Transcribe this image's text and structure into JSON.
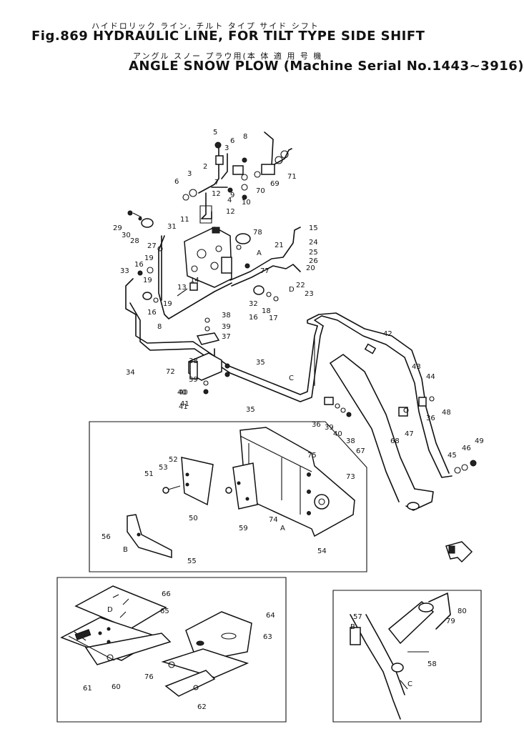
{
  "header": {
    "japanese_title": "ハイドロリック ライン, チルト タイプ サイド シフト",
    "figure_no": "Fig.869",
    "title": "HYDRAULIC LINE, FOR TILT TYPE SIDE SHIFT",
    "japanese_subtitle": "アングル スノー プラウ用(本 体 適 用 号 機",
    "subtitle": "ANGLE SNOW PLOW (Machine Serial No.1443~3916)"
  },
  "callouts": [
    {
      "label": "5"
    },
    {
      "label": "3"
    },
    {
      "label": "6"
    },
    {
      "label": "8"
    },
    {
      "label": "2"
    },
    {
      "label": "3"
    },
    {
      "label": "6"
    },
    {
      "label": "7"
    },
    {
      "label": "12"
    },
    {
      "label": "4"
    },
    {
      "label": "9"
    },
    {
      "label": "10"
    },
    {
      "label": "70"
    },
    {
      "label": "69"
    },
    {
      "label": "71"
    },
    {
      "label": "12"
    },
    {
      "label": "11"
    },
    {
      "label": "29"
    },
    {
      "label": "30"
    },
    {
      "label": "28"
    },
    {
      "label": "31"
    },
    {
      "label": "27"
    },
    {
      "label": "78"
    },
    {
      "label": "15"
    },
    {
      "label": "24"
    },
    {
      "label": "21"
    },
    {
      "label": "25"
    },
    {
      "label": "26"
    },
    {
      "label": "20"
    },
    {
      "label": "A"
    },
    {
      "label": "77"
    },
    {
      "label": "D"
    },
    {
      "label": "22"
    },
    {
      "label": "23"
    },
    {
      "label": "19"
    },
    {
      "label": "16"
    },
    {
      "label": "33"
    },
    {
      "label": "14"
    },
    {
      "label": "13"
    },
    {
      "label": "19"
    },
    {
      "label": "16"
    },
    {
      "label": "19"
    },
    {
      "label": "18"
    },
    {
      "label": "17"
    },
    {
      "label": "32"
    },
    {
      "label": "16"
    },
    {
      "label": "38"
    },
    {
      "label": "39"
    },
    {
      "label": "37"
    },
    {
      "label": "38"
    },
    {
      "label": "39"
    },
    {
      "label": "40"
    },
    {
      "label": "41"
    },
    {
      "label": "8"
    },
    {
      "label": "42"
    },
    {
      "label": "34"
    },
    {
      "label": "35"
    },
    {
      "label": "72"
    },
    {
      "label": "43"
    },
    {
      "label": "C"
    },
    {
      "label": "44"
    },
    {
      "label": "40"
    },
    {
      "label": "41"
    },
    {
      "label": "35"
    },
    {
      "label": "36"
    },
    {
      "label": "39"
    },
    {
      "label": "40"
    },
    {
      "label": "38"
    },
    {
      "label": "36"
    },
    {
      "label": "48"
    },
    {
      "label": "47"
    },
    {
      "label": "68"
    },
    {
      "label": "67"
    },
    {
      "label": "49"
    },
    {
      "label": "46"
    },
    {
      "label": "45"
    },
    {
      "label": "52"
    },
    {
      "label": "53"
    },
    {
      "label": "75"
    },
    {
      "label": "73"
    },
    {
      "label": "51"
    },
    {
      "label": "74"
    },
    {
      "label": "50"
    },
    {
      "label": "59"
    },
    {
      "label": "A"
    },
    {
      "label": "54"
    },
    {
      "label": "56"
    },
    {
      "label": "B"
    },
    {
      "label": "55"
    },
    {
      "label": "66"
    },
    {
      "label": "D"
    },
    {
      "label": "65"
    },
    {
      "label": "64"
    },
    {
      "label": "63"
    },
    {
      "label": "76"
    },
    {
      "label": "61"
    },
    {
      "label": "60"
    },
    {
      "label": "62"
    },
    {
      "label": "80"
    },
    {
      "label": "79"
    },
    {
      "label": "57"
    },
    {
      "label": "B"
    },
    {
      "label": "58"
    },
    {
      "label": "C"
    }
  ]
}
